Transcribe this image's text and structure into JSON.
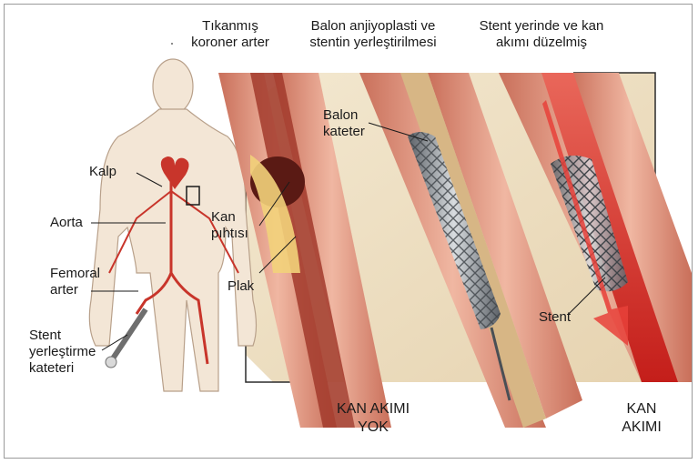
{
  "headers": {
    "blocked": "Tıkanmış\nkoroner arter",
    "balloon": "Balon anjiyoplasti ve\nstentin yerleştirilmesi",
    "restored": "Stent yerinde ve kan\nakımı düzelmiş"
  },
  "labels": {
    "heart": "Kalp",
    "aorta": "Aorta",
    "femoral": "Femoral\narter",
    "catheter": "Stent\nyerleştirme\nkateteri",
    "clot": "Kan\npıhtısı",
    "plaque": "Plak",
    "balloon_catheter": "Balon\nkateter",
    "stent": "Stent"
  },
  "footer": {
    "no_flow": "KAN AKIMI\nYOK",
    "flow": "KAN\nAKIMI"
  },
  "colors": {
    "tissue": "#efe2c6",
    "vessel_wall": "#d98f78",
    "blood": "#d8322b",
    "plaque": "#f2d27a",
    "stent": "#8a8f94"
  }
}
